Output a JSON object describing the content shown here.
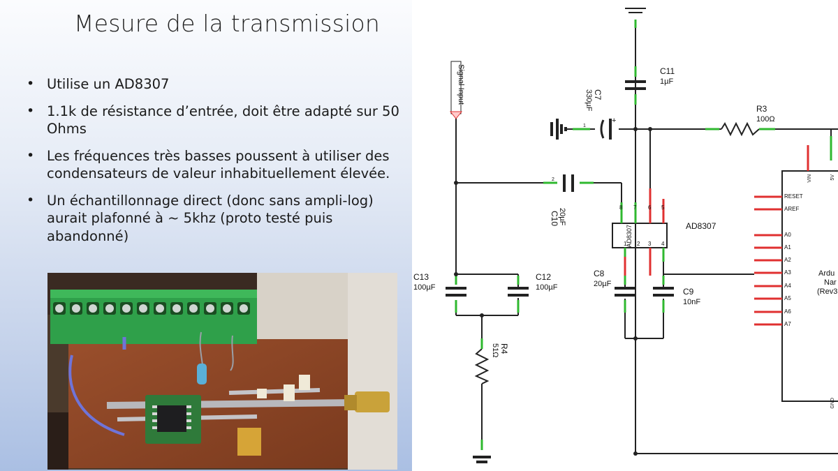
{
  "slide": {
    "title": "Mesure de la transmission",
    "bullets": [
      "Utilise un AD8307",
      "1.1k de résistance d’entrée, doit être adapté sur 50 Ohms",
      "Les fréquences très basses poussent à utiliser des condensateurs de valeur inhabituellement élevée.",
      "Un échantillonnage direct (donc sans ampli-log) aurait plafonné à ~ 5khz (proto testé puis abandonné)"
    ]
  },
  "schematic": {
    "signal_input": "Signal Input",
    "ic": "AD8307",
    "ic_body": "AD8307",
    "ic_pins_top": [
      "8",
      "7",
      "6",
      "5"
    ],
    "ic_pins_bottom": [
      "1",
      "2",
      "3",
      "4"
    ],
    "c11": {
      "ref": "C11",
      "value": "1µF"
    },
    "c7": {
      "ref": "C7",
      "value": "330µF"
    },
    "r3": {
      "ref": "R3",
      "value": "100Ω"
    },
    "c10": {
      "ref": "C10",
      "value": "20µF"
    },
    "c13": {
      "ref": "C13",
      "value": "100µF"
    },
    "c12": {
      "ref": "C12",
      "value": "100µF"
    },
    "c8": {
      "ref": "C8",
      "value": "20µF"
    },
    "c9": {
      "ref": "C9",
      "value": "10nF"
    },
    "r4": {
      "ref": "R4",
      "value": "51Ω"
    },
    "arduino_lines": [
      "Ardu",
      "Nar",
      "(Rev3"
    ],
    "arduino_pins": [
      "RESET",
      "AREF",
      "A0",
      "A1",
      "A2",
      "A3",
      "A4",
      "A5",
      "A6",
      "A7"
    ],
    "arduino_top_pins": [
      "VIN",
      "5V"
    ],
    "arduino_gnd": "GND",
    "pin_numbers": {
      "p1": "1",
      "p2": "2"
    },
    "colors": {
      "wire": "#222222",
      "pin_red": "#e03030",
      "pin_green": "#2fb82f"
    }
  }
}
